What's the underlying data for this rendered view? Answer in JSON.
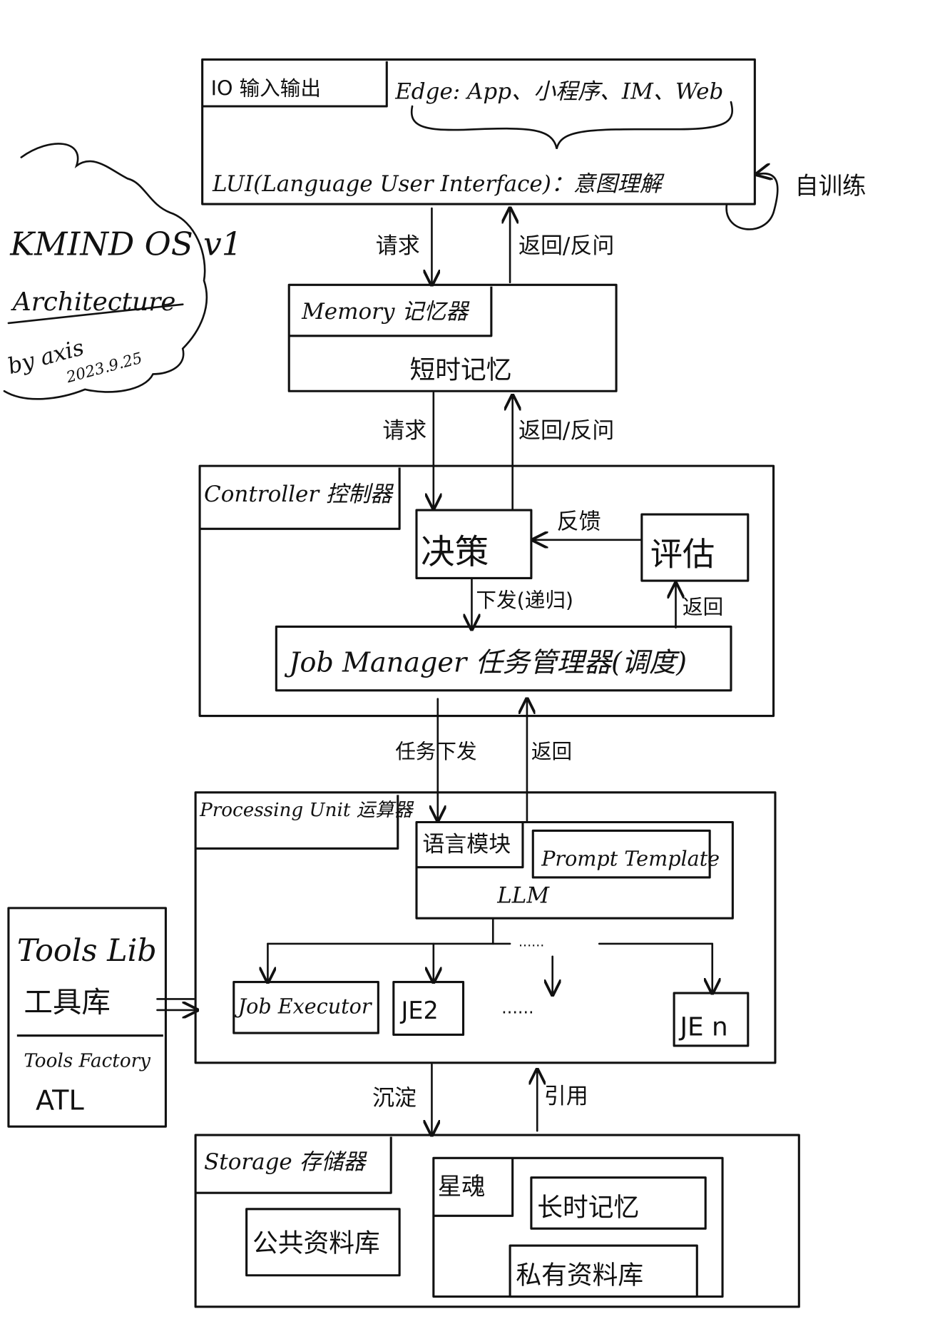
{
  "title": {
    "name": "KMIND OS v1",
    "subtitle": "Architecture",
    "author": "by axis",
    "date": "2023.9.25"
  },
  "io": {
    "label": "IO 输入输出",
    "edge": "Edge: App、小程序、IM、Web",
    "lui": "LUI(Language User Interface)：意图理解",
    "self_train": "自训练"
  },
  "arrows": {
    "request1": "请求",
    "return1": "返回/反问",
    "request2": "请求",
    "return2": "返回/反问",
    "feedback": "反馈",
    "dispatch": "下发(递归)",
    "return3": "返回",
    "task_dispatch": "任务下发",
    "return4": "返回",
    "settle": "沉淀",
    "reference": "引用"
  },
  "memory": {
    "label": "Memory 记忆器",
    "short_term": "短时记忆"
  },
  "controller": {
    "label": "Controller 控制器",
    "decision": "决策",
    "evaluate": "评估",
    "job_manager": "Job Manager 任务管理器(调度)"
  },
  "processing": {
    "label": "Processing Unit 运算器",
    "language_module": "语言模块",
    "prompt_template": "Prompt Template",
    "llm": "LLM",
    "job_executor": "Job Executor",
    "je2": "JE2",
    "jen": "JE n",
    "dots": "......"
  },
  "tools": {
    "lib": "Tools Lib",
    "lib_cn": "工具库",
    "factory": "Tools Factory",
    "atl": "ATL"
  },
  "storage": {
    "label": "Storage 存储器",
    "public_lib": "公共资料库",
    "star_soul": "星魂",
    "long_term": "长时记忆",
    "private_lib": "私有资料库"
  }
}
